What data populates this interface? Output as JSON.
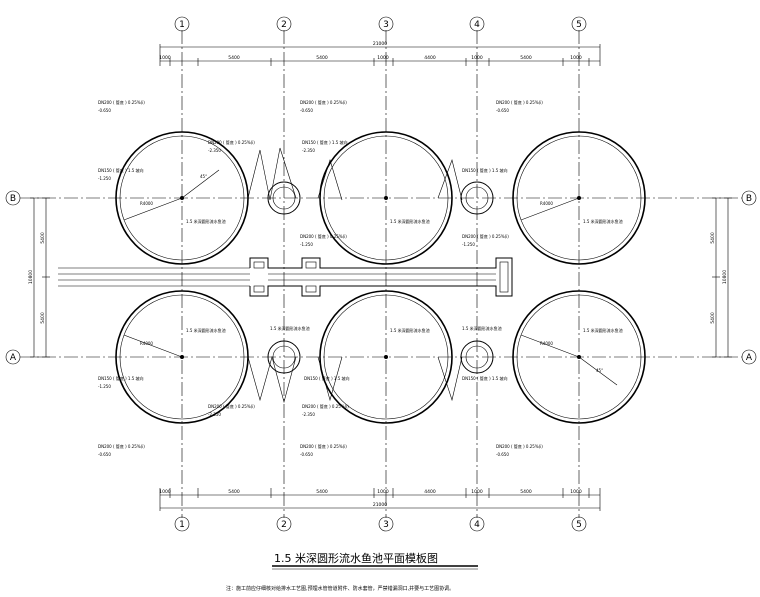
{
  "axes": {
    "vertical": [
      "1",
      "2",
      "3",
      "4",
      "5"
    ],
    "horizontal": [
      "B",
      "A"
    ]
  },
  "dims": {
    "total": "21000",
    "top_segments": [
      "1000",
      "5400",
      "5400",
      "1000",
      "4400",
      "1000",
      "5400",
      "1000"
    ],
    "bottom_segments": [
      "1000",
      "5400",
      "5400",
      "1000",
      "4400",
      "1000",
      "5400",
      "1000"
    ],
    "left_vertical": [
      "5400",
      "10800",
      "5400"
    ],
    "right_vertical": [
      "5400",
      "10800",
      "5400"
    ]
  },
  "annotations": {
    "pipe_label": "DN150 ( 管底 ) 1.5 坡向",
    "pipe_label_2": "DN200 ( 管底 ) 0.25%(i)",
    "elev_1": "-0.650",
    "elev_2": "-1.250",
    "elev_3": "-2.350",
    "pool_label": "1.5 米深圆形流水鱼池",
    "radius": "R4000",
    "angle": "45°"
  },
  "title": "1.5  米深圆形流水鱼池平面模板图",
  "note": "注：施工前应仔细核对给排水工艺图,预埋水管管道附件、防水套管，严禁错漏洞口,并要与工艺图协调。"
}
